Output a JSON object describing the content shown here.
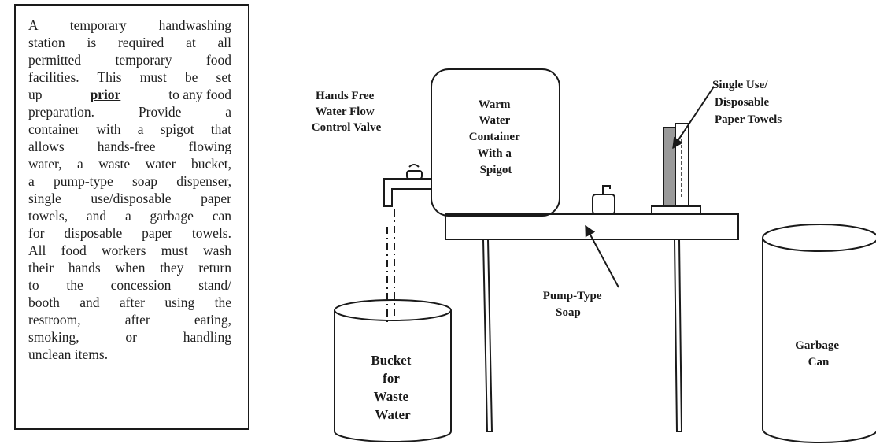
{
  "info_box": {
    "lines": [
      "A temporary handwashing",
      "station is required at all",
      "permitted temporary food",
      "facilities. This must be set",
      "up",
      "preparation. Provide a",
      "container with a spigot that",
      "allows hands-free flowing",
      "water, a waste water bucket,",
      "a pump-type soap dispenser,",
      "single use/disposable paper",
      "towels, and a garbage can",
      "for disposable paper towels.",
      "All food workers must wash",
      "their hands when they return",
      "to the concession stand/",
      "booth and after using the",
      "restroom, after eating,",
      "smoking, or handling",
      "unclean items."
    ],
    "emphasis_word": "prior",
    "line5_tail": "to any food"
  },
  "diagram": {
    "valve_label": [
      "Hands Free",
      "Water Flow",
      "Control Valve"
    ],
    "container_label": [
      "Warm",
      "Water",
      "Container",
      "With a",
      "Spigot"
    ],
    "towels_label": [
      "Single Use/",
      "Disposable",
      "Paper Towels"
    ],
    "soap_label": [
      "Pump-Type",
      "Soap"
    ],
    "bucket_label": [
      "Bucket",
      "for",
      "Waste",
      "Water"
    ],
    "garbage_label": [
      "Garbage",
      "Can"
    ]
  }
}
